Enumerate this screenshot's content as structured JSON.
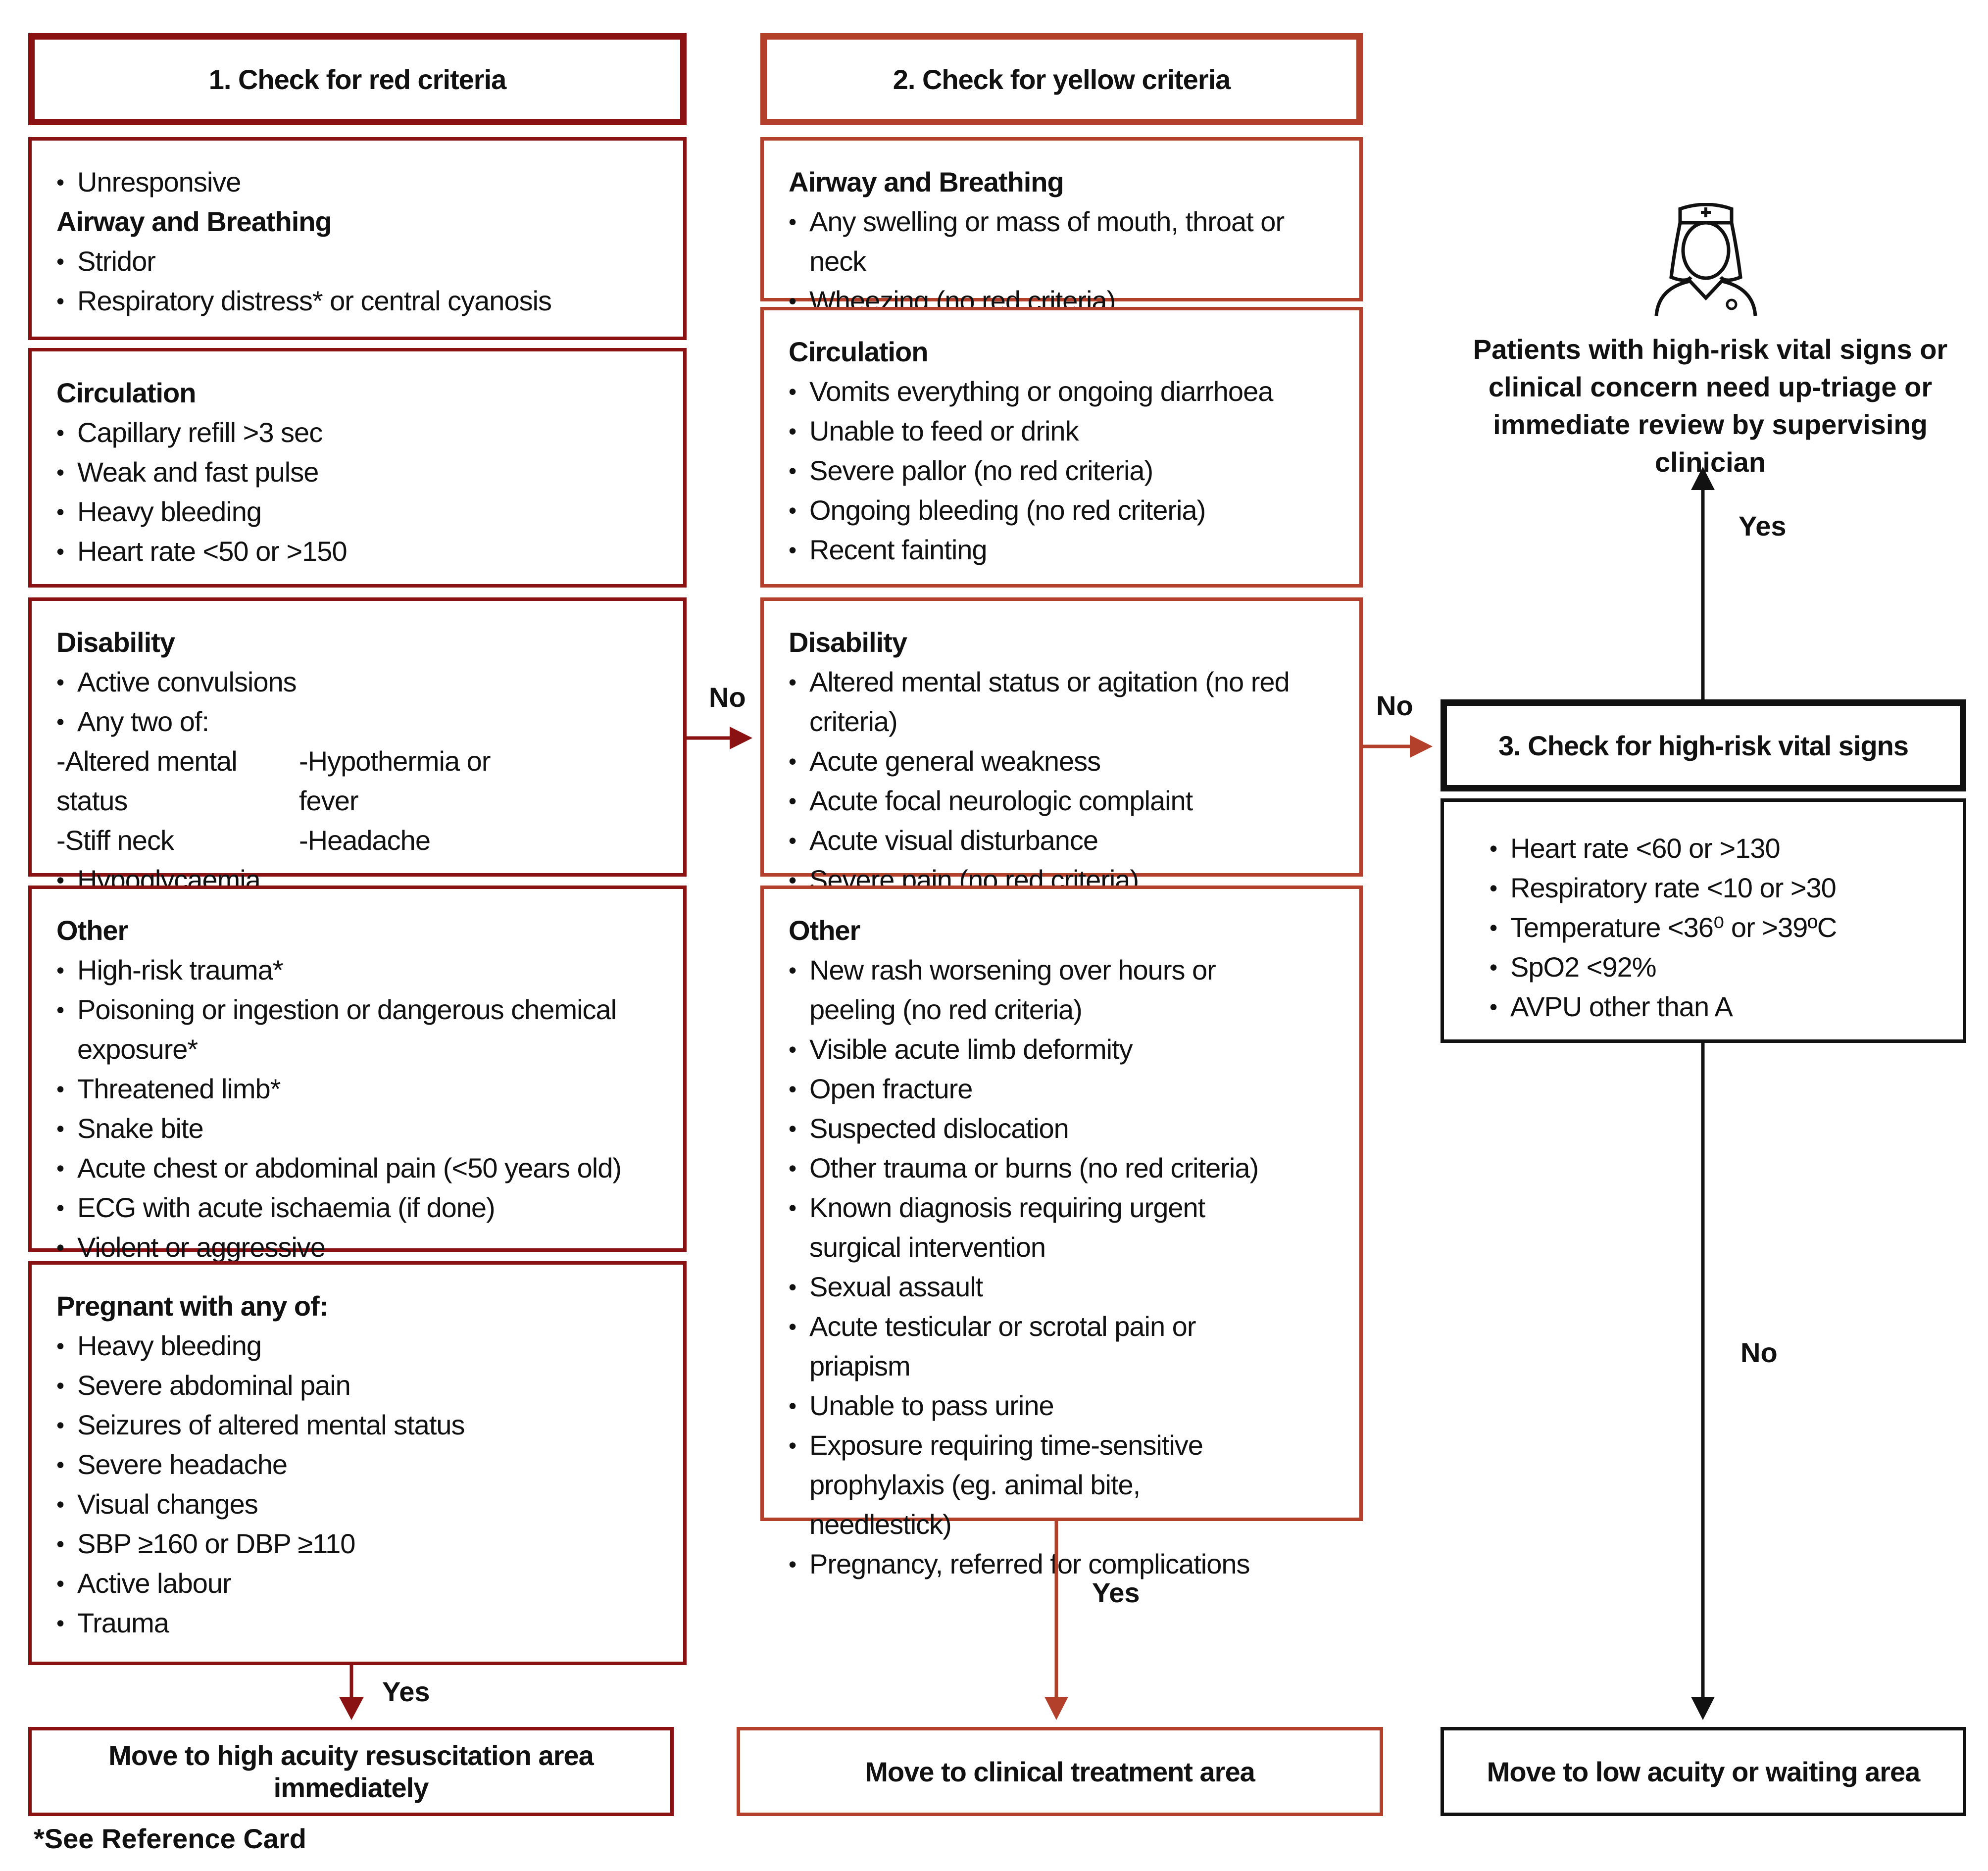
{
  "colors": {
    "red": "#8b1212",
    "orange": "#b3402a",
    "black": "#111111"
  },
  "red": {
    "header": "1. Check for red criteria",
    "box1": {
      "items": [
        "Unresponsive"
      ],
      "heading": "Airway and Breathing",
      "items2": [
        "Stridor",
        "Respiratory distress* or central cyanosis"
      ]
    },
    "box2": {
      "heading": "Circulation",
      "items": [
        "Capillary refill >3 sec",
        "Weak and fast pulse",
        "Heavy bleeding",
        "Heart rate <50 or >150"
      ]
    },
    "box3": {
      "heading": "Disability",
      "items": [
        "Active convulsions",
        "Any two of:"
      ],
      "sub": [
        "-Altered mental status",
        "-Hypothermia or fever",
        "-Stiff neck",
        "-Headache"
      ],
      "items2": [
        "Hypoglycaemia"
      ]
    },
    "box4": {
      "heading": "Other",
      "items": [
        "High-risk trauma*",
        "Poisoning or ingestion or dangerous chemical exposure*",
        "Threatened limb*",
        "Snake bite",
        "Acute chest or abdominal pain (<50 years old)",
        "ECG with acute ischaemia (if done)",
        "Violent or aggressive"
      ]
    },
    "box5": {
      "heading": "Pregnant with any of:",
      "items": [
        "Heavy bleeding",
        "Severe abdominal pain",
        "Seizures of altered mental status",
        "Severe headache",
        "Visual changes",
        "SBP ≥160 or DBP ≥110",
        "Active labour",
        "Trauma"
      ]
    },
    "yes_label": "Yes",
    "no_label": "No",
    "outcome": "Move to high acuity resuscitation area immediately"
  },
  "yellow": {
    "header": "2. Check for yellow criteria",
    "box1": {
      "heading": "Airway and Breathing",
      "items": [
        "Any swelling or mass of mouth, throat or neck",
        "Wheezing (no red criteria)"
      ]
    },
    "box2": {
      "heading": "Circulation",
      "items": [
        "Vomits everything or ongoing diarrhoea",
        "Unable to feed or drink",
        "Severe pallor (no red criteria)",
        "Ongoing bleeding (no red criteria)",
        "Recent fainting"
      ]
    },
    "box3": {
      "heading": "Disability",
      "items": [
        "Altered mental status or agitation (no red criteria)",
        "Acute general weakness",
        "Acute focal neurologic complaint",
        "Acute visual disturbance",
        "Severe pain (no red criteria)"
      ]
    },
    "box4": {
      "heading": "Other",
      "items": [
        "New rash worsening over hours or peeling (no red criteria)",
        "Visible acute limb deformity",
        "Open fracture",
        "Suspected dislocation",
        "Other trauma or burns (no red criteria)",
        "Known diagnosis requiring urgent surgical intervention",
        "Sexual assault",
        "Acute testicular or scrotal pain or priapism",
        "Unable to pass urine",
        "Exposure requiring time-sensitive prophylaxis (eg. animal bite, needlestick)",
        "Pregnancy, referred for complications"
      ]
    },
    "yes_label": "Yes",
    "no_label": "No",
    "outcome": "Move to clinical treatment area"
  },
  "vitals": {
    "header": "3. Check for high-risk vital signs",
    "items": [
      "Heart rate <60 or >130",
      "Respiratory rate <10 or >30",
      "Temperature <36⁰ or >39ºC",
      "SpO2 <92%",
      "AVPU other than A"
    ],
    "yes_label": "Yes",
    "no_label": "No",
    "uptriage_text": "Patients with high-risk vital signs or clinical concern need up-triage or immediate review by supervising clinician",
    "outcome": "Move to low acuity or waiting area",
    "icon": "nurse-icon"
  },
  "footnote": "*See Reference Card"
}
